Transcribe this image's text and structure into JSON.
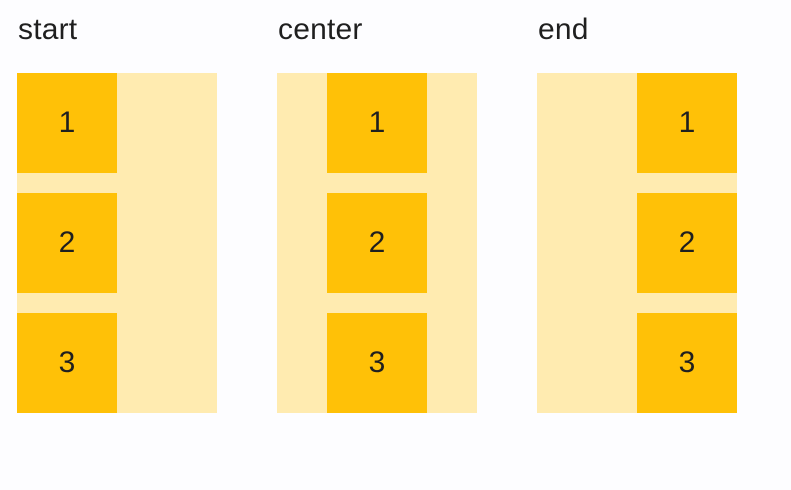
{
  "panels": [
    {
      "label": "start",
      "alignment": "start",
      "items": [
        "1",
        "2",
        "3"
      ]
    },
    {
      "label": "center",
      "alignment": "center",
      "items": [
        "1",
        "2",
        "3"
      ]
    },
    {
      "label": "end",
      "alignment": "end",
      "items": [
        "1",
        "2",
        "3"
      ]
    }
  ],
  "colors": {
    "page_background": "#FDFDFF",
    "container_background": "#FFEBB0",
    "item_background": "#FFC107",
    "text": "#1F1F1F"
  }
}
